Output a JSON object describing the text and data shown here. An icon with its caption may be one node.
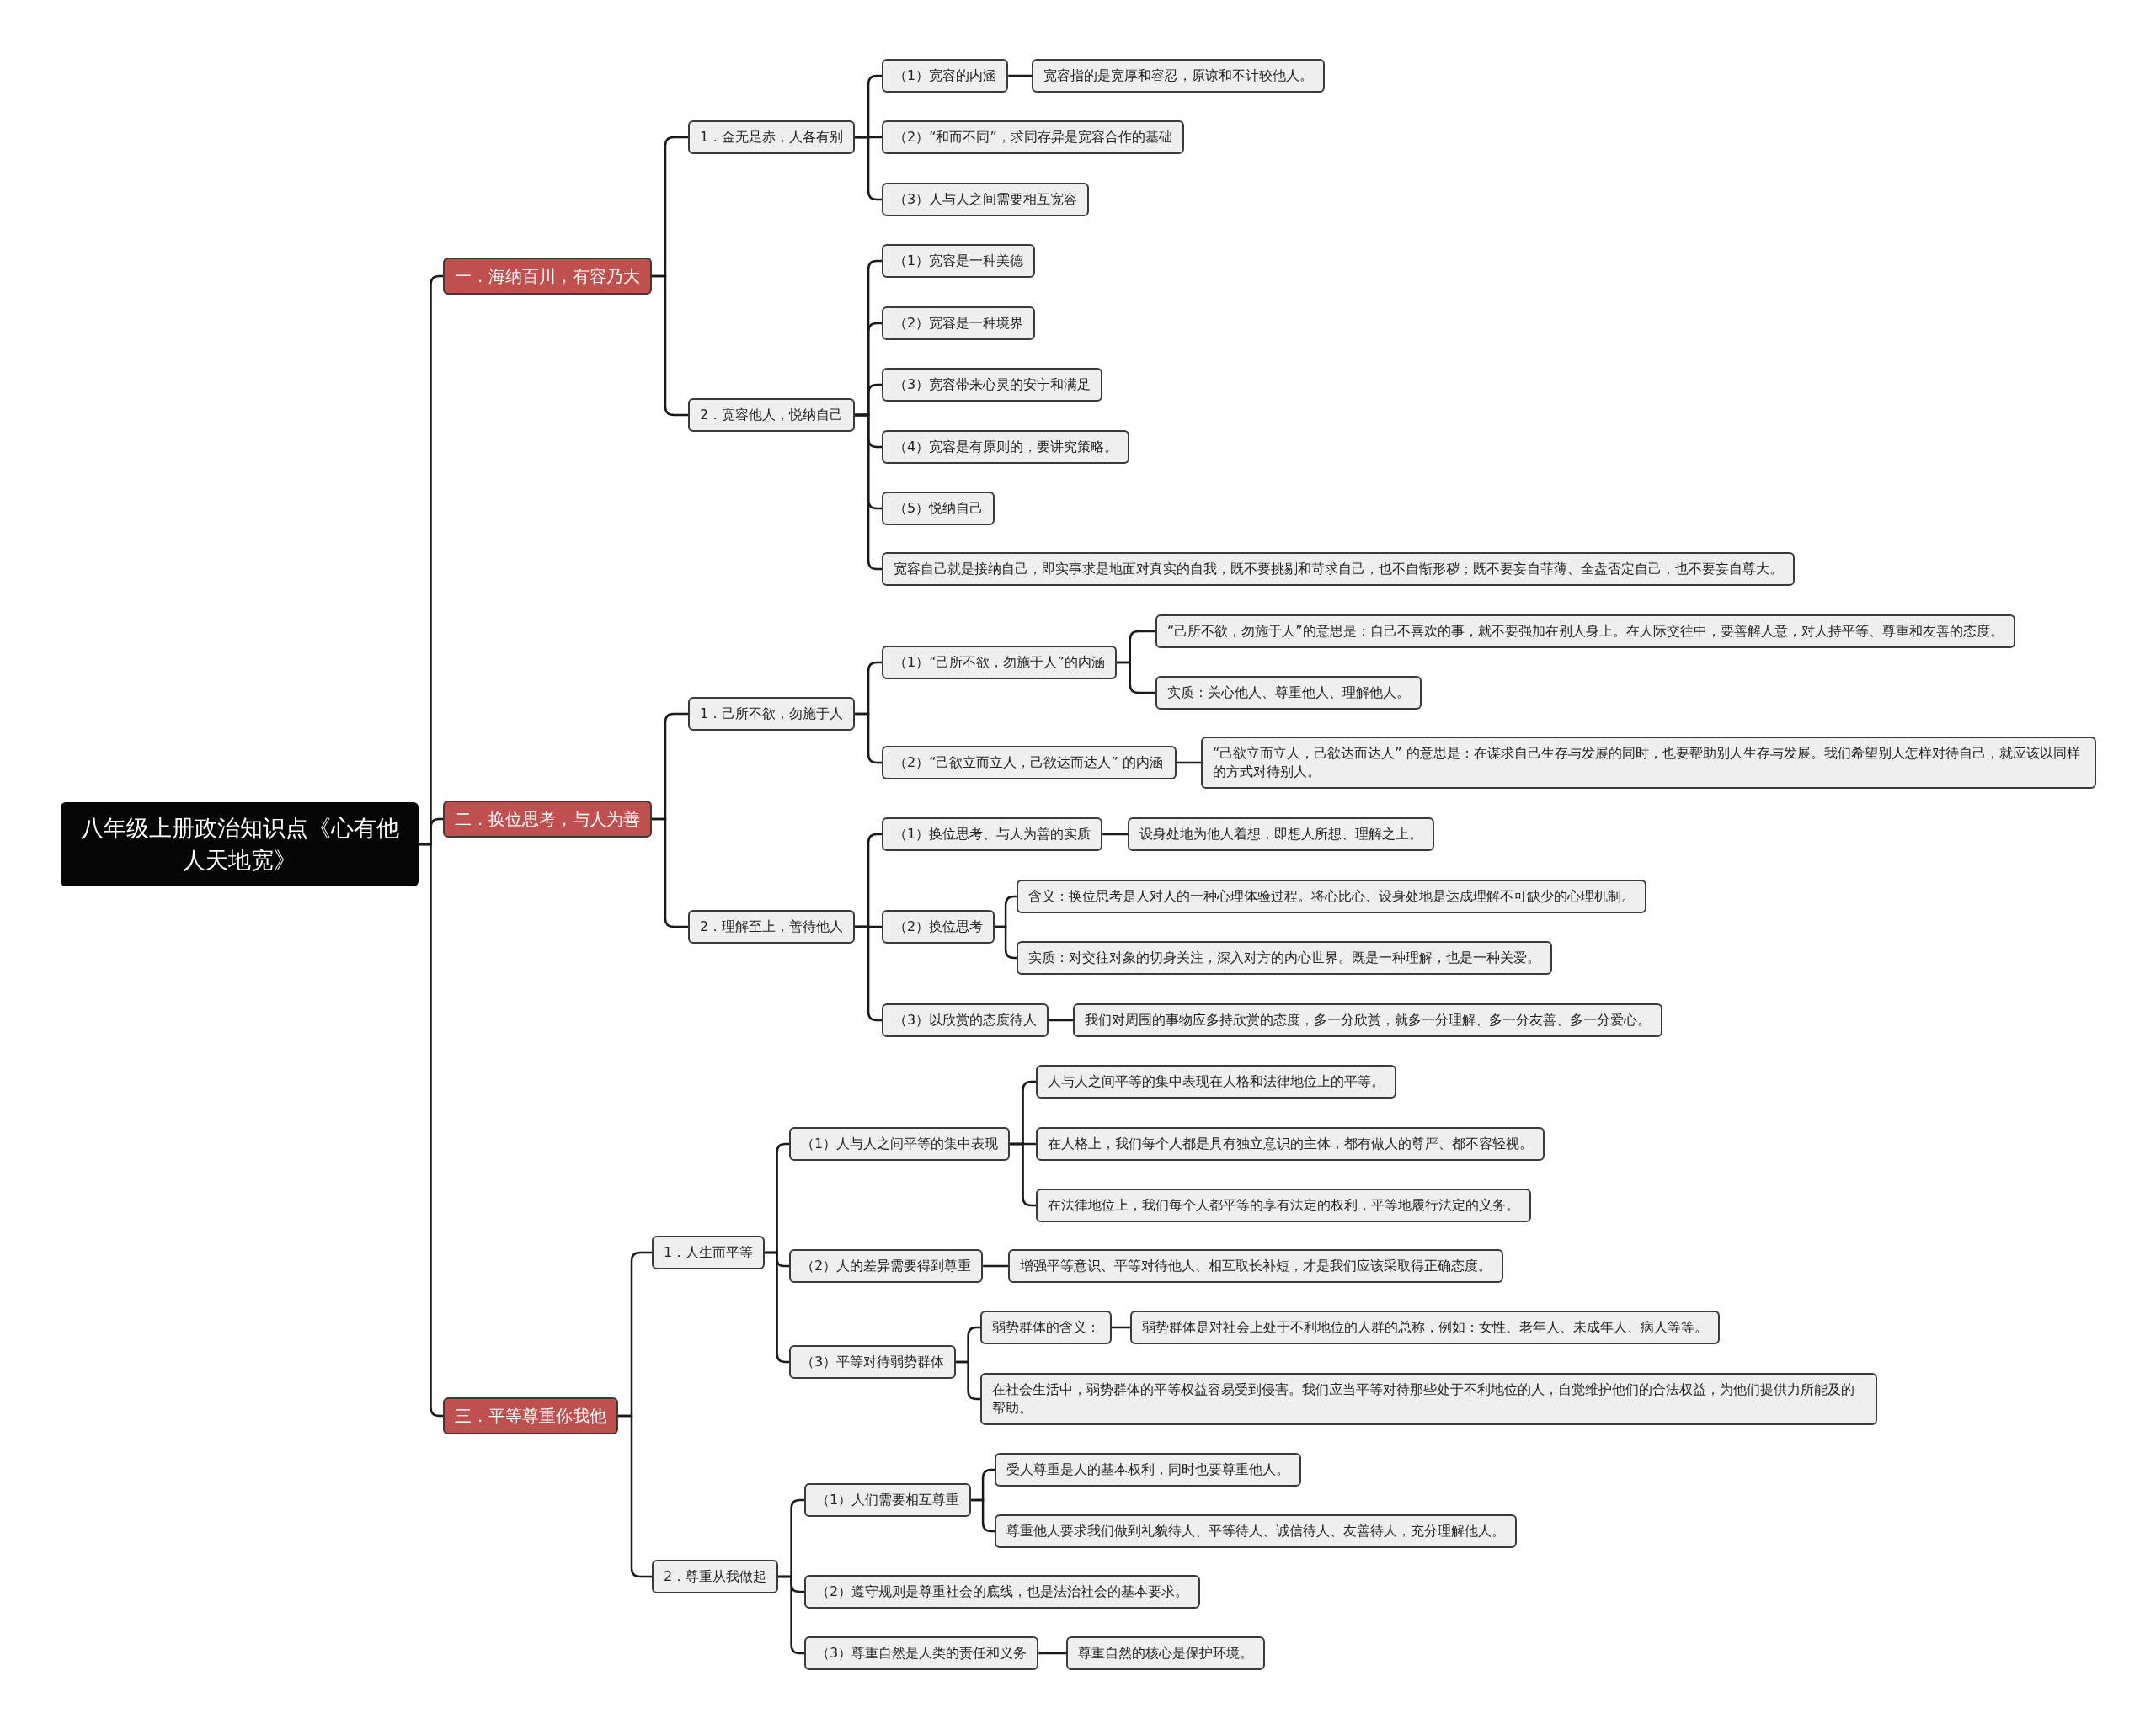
{
  "diagram": {
    "nodes": [
      {
        "text": [
          "八年级上册政治知识点《心有他人天地宽》"
        ]
      },
      {
        "text": [
          "一．海纳百川，有容乃大"
        ]
      },
      {
        "text": [
          "1．金无足赤，人各有别"
        ]
      },
      {
        "text": [
          "（1）宽容的内涵"
        ]
      },
      {
        "text": [
          "宽容指的是宽厚和容忍，原谅和不计较他人。"
        ]
      },
      {
        "text": [
          "（2）“和而不同”，求同存异是宽容合作的基础"
        ]
      },
      {
        "text": [
          "（3）人与人之间需要相互宽容"
        ]
      },
      {
        "text": [
          "2．宽容他人，悦纳自己"
        ]
      },
      {
        "text": [
          "（1）宽容是一种美德"
        ]
      },
      {
        "text": [
          "（2）宽容是一种境界"
        ]
      },
      {
        "text": [
          "（3）宽容带来心灵的安宁和满足"
        ]
      },
      {
        "text": [
          "（4）宽容是有原则的，要讲究策略。"
        ]
      },
      {
        "text": [
          "（5）悦纳自己"
        ]
      },
      {
        "text": [
          "宽容自己就是接纳自己，即实事求是地面对真实的自我，既不要挑剔和苛求自己，也不自惭形秽；既不要妄自菲薄、全盘否定自己，也不要妄自尊大。"
        ]
      },
      {
        "text": [
          "二．换位思考，与人为善"
        ]
      },
      {
        "text": [
          "1．己所不欲，勿施于人"
        ]
      },
      {
        "text": [
          "（1）“己所不欲，勿施于人”的内涵"
        ]
      },
      {
        "text": [
          "“己所不欲，勿施于人”的意思是：自己不喜欢的事，就不要强加在别人身上。在人际交往中，要善解人意，对人持平等、尊重和友善的态度。"
        ]
      },
      {
        "text": [
          "实质：关心他人、尊重他人、理解他人。"
        ]
      },
      {
        "text": [
          "（2）“己欲立而立人，己欲达而达人” 的内涵"
        ]
      },
      {
        "text": [
          "“己欲立而立人，己欲达而达人” 的意思是：在谋求自己生存与发展的同时，也要帮助别人生存与发展。我们希望别人怎样对待自己，就应该以同样的方式对待别人。"
        ]
      },
      {
        "text": [
          "2．理解至上，善待他人"
        ]
      },
      {
        "text": [
          "（1）换位思考、与人为善的实质"
        ]
      },
      {
        "text": [
          "设身处地为他人着想，即想人所想、理解之上。"
        ]
      },
      {
        "text": [
          "（2）换位思考"
        ]
      },
      {
        "text": [
          "含义：换位思考是人对人的一种心理体验过程。将心比心、设身处地是达成理解不可缺少的心理机制。"
        ]
      },
      {
        "text": [
          "实质：对交往对象的切身关注，深入对方的内心世界。既是一种理解，也是一种关爱。"
        ]
      },
      {
        "text": [
          "（3）以欣赏的态度待人"
        ]
      },
      {
        "text": [
          "我们对周围的事物应多持欣赏的态度，多一分欣赏，就多一分理解、多一分友善、多一分爱心。"
        ]
      },
      {
        "text": [
          "三．平等尊重你我他"
        ]
      },
      {
        "text": [
          "1．人生而平等"
        ]
      },
      {
        "text": [
          "（1）人与人之间平等的集中表现"
        ]
      },
      {
        "text": [
          "人与人之间平等的集中表现在人格和法律地位上的平等。"
        ]
      },
      {
        "text": [
          "在人格上，我们每个人都是具有独立意识的主体，都有做人的尊严、都不容轻视。"
        ]
      },
      {
        "text": [
          "在法律地位上，我们每个人都平等的享有法定的权利，平等地履行法定的义务。"
        ]
      },
      {
        "text": [
          "（2）人的差异需要得到尊重"
        ]
      },
      {
        "text": [
          "增强平等意识、平等对待他人、相互取长补短，才是我们应该采取得正确态度。"
        ]
      },
      {
        "text": [
          "（3）平等对待弱势群体"
        ]
      },
      {
        "text": [
          "弱势群体的含义："
        ]
      },
      {
        "text": [
          "弱势群体是对社会上处于不利地位的人群的总称，例如：女性、老年人、未成年人、病人等等。"
        ]
      },
      {
        "text": [
          "在社会生活中，弱势群体的平等权益容易受到侵害。我们应当平等对待那些处于不利地位的人，自觉维护他们的合法权益，为他们提供力所能及的帮助。"
        ]
      },
      {
        "text": [
          "2．尊重从我做起"
        ]
      },
      {
        "text": [
          "（1）人们需要相互尊重"
        ]
      },
      {
        "text": [
          "受人尊重是人的基本权利，同时也要尊重他人。"
        ]
      },
      {
        "text": [
          "尊重他人要求我们做到礼貌待人、平等待人、诚信待人、友善待人，充分理解他人。"
        ]
      },
      {
        "text": [
          "（2）遵守规则是尊重社会的底线，也是法治社会的基本要求。"
        ]
      },
      {
        "text": [
          "（3）尊重自然是人类的责任和义务"
        ]
      },
      {
        "text": [
          "尊重自然的核心是保护环境。"
        ]
      }
    ],
    "edges": [
      {
        "from": 0,
        "to": 1,
        "arrow": "none"
      },
      {
        "from": 1,
        "to": 2,
        "arrow": "none"
      },
      {
        "from": 2,
        "to": 3,
        "arrow": "none"
      },
      {
        "from": 3,
        "to": 4,
        "arrow": "none"
      },
      {
        "from": 2,
        "to": 5,
        "arrow": "none"
      },
      {
        "from": 2,
        "to": 6,
        "arrow": "none"
      },
      {
        "from": 1,
        "to": 7,
        "arrow": "none"
      },
      {
        "from": 7,
        "to": 8,
        "arrow": "none"
      },
      {
        "from": 7,
        "to": 9,
        "arrow": "none"
      },
      {
        "from": 7,
        "to": 10,
        "arrow": "none"
      },
      {
        "from": 7,
        "to": 11,
        "arrow": "none"
      },
      {
        "from": 7,
        "to": 12,
        "arrow": "none"
      },
      {
        "from": 7,
        "to": 13,
        "arrow": "none"
      },
      {
        "from": 0,
        "to": 14,
        "arrow": "none"
      },
      {
        "from": 14,
        "to": 15,
        "arrow": "none"
      },
      {
        "from": 15,
        "to": 16,
        "arrow": "none"
      },
      {
        "from": 16,
        "to": 17,
        "arrow": "none"
      },
      {
        "from": 16,
        "to": 18,
        "arrow": "none"
      },
      {
        "from": 15,
        "to": 19,
        "arrow": "none"
      },
      {
        "from": 19,
        "to": 20,
        "arrow": "none"
      },
      {
        "from": 14,
        "to": 21,
        "arrow": "none"
      },
      {
        "from": 21,
        "to": 22,
        "arrow": "none"
      },
      {
        "from": 22,
        "to": 23,
        "arrow": "none"
      },
      {
        "from": 21,
        "to": 24,
        "arrow": "none"
      },
      {
        "from": 24,
        "to": 25,
        "arrow": "none"
      },
      {
        "from": 24,
        "to": 26,
        "arrow": "none"
      },
      {
        "from": 21,
        "to": 27,
        "arrow": "none"
      },
      {
        "from": 27,
        "to": 28,
        "arrow": "none"
      },
      {
        "from": 0,
        "to": 29,
        "arrow": "none"
      },
      {
        "from": 29,
        "to": 30,
        "arrow": "none"
      },
      {
        "from": 30,
        "to": 31,
        "arrow": "none"
      },
      {
        "from": 31,
        "to": 32,
        "arrow": "none"
      },
      {
        "from": 31,
        "to": 33,
        "arrow": "none"
      },
      {
        "from": 31,
        "to": 34,
        "arrow": "none"
      },
      {
        "from": 30,
        "to": 35,
        "arrow": "none"
      },
      {
        "from": 35,
        "to": 36,
        "arrow": "none"
      },
      {
        "from": 30,
        "to": 37,
        "arrow": "none"
      },
      {
        "from": 37,
        "to": 38,
        "arrow": "none"
      },
      {
        "from": 38,
        "to": 39,
        "arrow": "none"
      },
      {
        "from": 37,
        "to": 40,
        "arrow": "none"
      },
      {
        "from": 29,
        "to": 41,
        "arrow": "none"
      },
      {
        "from": 41,
        "to": 42,
        "arrow": "none"
      },
      {
        "from": 42,
        "to": 43,
        "arrow": "none"
      },
      {
        "from": 42,
        "to": 44,
        "arrow": "none"
      },
      {
        "from": 41,
        "to": 45,
        "arrow": "none"
      },
      {
        "from": 41,
        "to": 46,
        "arrow": "none"
      },
      {
        "from": 46,
        "to": 47,
        "arrow": "none"
      }
    ]
  }
}
